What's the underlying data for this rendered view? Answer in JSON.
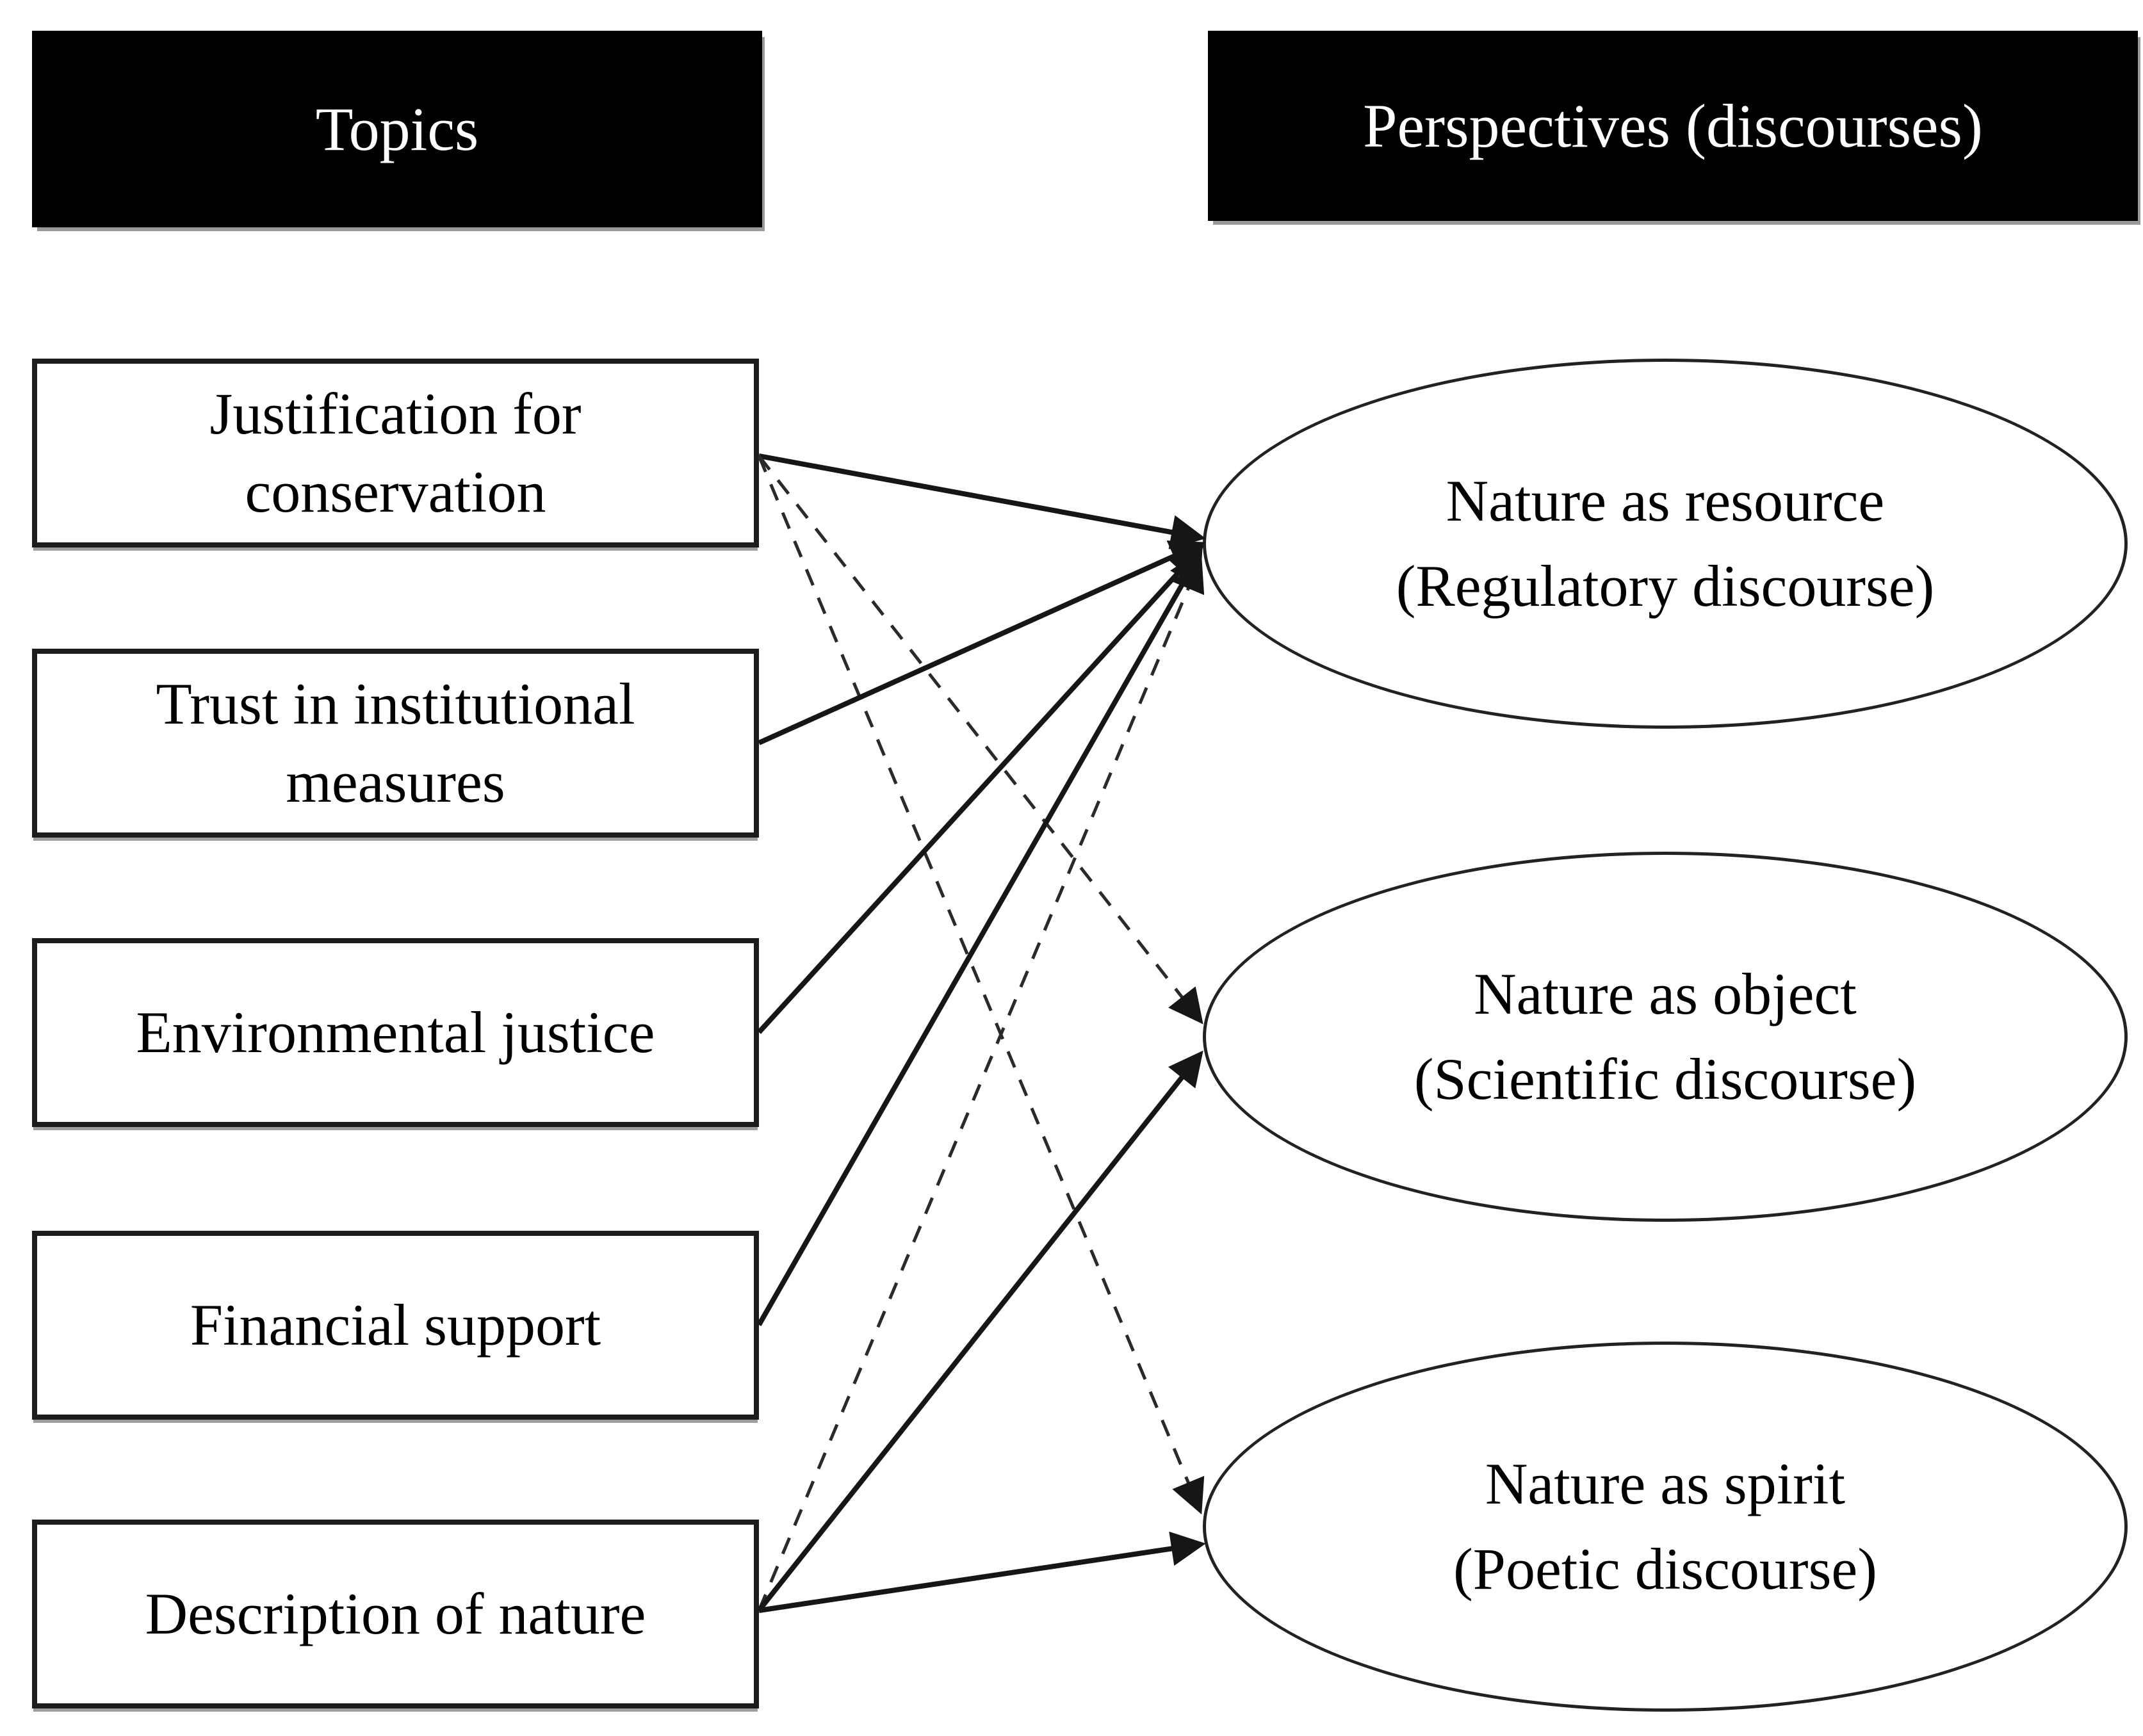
{
  "headers": {
    "topics": "Topics",
    "perspectives": "Perspectives (discourses)"
  },
  "topics": [
    {
      "id": "justification-for-conservation",
      "label": "Justification for conservation"
    },
    {
      "id": "trust-in-institutional-measures",
      "label": "Trust in institutional measures"
    },
    {
      "id": "environmental-justice",
      "label": "Environmental justice"
    },
    {
      "id": "financial-support",
      "label": "Financial support"
    },
    {
      "id": "description-of-nature",
      "label": "Description of nature"
    }
  ],
  "perspectives": [
    {
      "id": "nature-as-resource",
      "title": "Nature as resource",
      "subtitle": "(Regulatory discourse)"
    },
    {
      "id": "nature-as-object",
      "title": "Nature as object",
      "subtitle": "(Scientific discourse)"
    },
    {
      "id": "nature-as-spirit",
      "title": "Nature as spirit",
      "subtitle": "(Poetic discourse)"
    }
  ],
  "edges": [
    {
      "from": 0,
      "to": 0,
      "style": "solid"
    },
    {
      "from": 0,
      "to": 1,
      "style": "dashed"
    },
    {
      "from": 0,
      "to": 2,
      "style": "dashed"
    },
    {
      "from": 1,
      "to": 0,
      "style": "solid"
    },
    {
      "from": 2,
      "to": 0,
      "style": "solid"
    },
    {
      "from": 3,
      "to": 0,
      "style": "solid"
    },
    {
      "from": 4,
      "to": 0,
      "style": "dashed"
    },
    {
      "from": 4,
      "to": 1,
      "style": "solid"
    },
    {
      "from": 4,
      "to": 2,
      "style": "solid"
    }
  ],
  "colors": {
    "background": "#ffffff",
    "header_bg": "#000000",
    "header_text": "#ffffff",
    "box_border": "#1c1c1c",
    "line": "#161616",
    "text": "#000000"
  }
}
